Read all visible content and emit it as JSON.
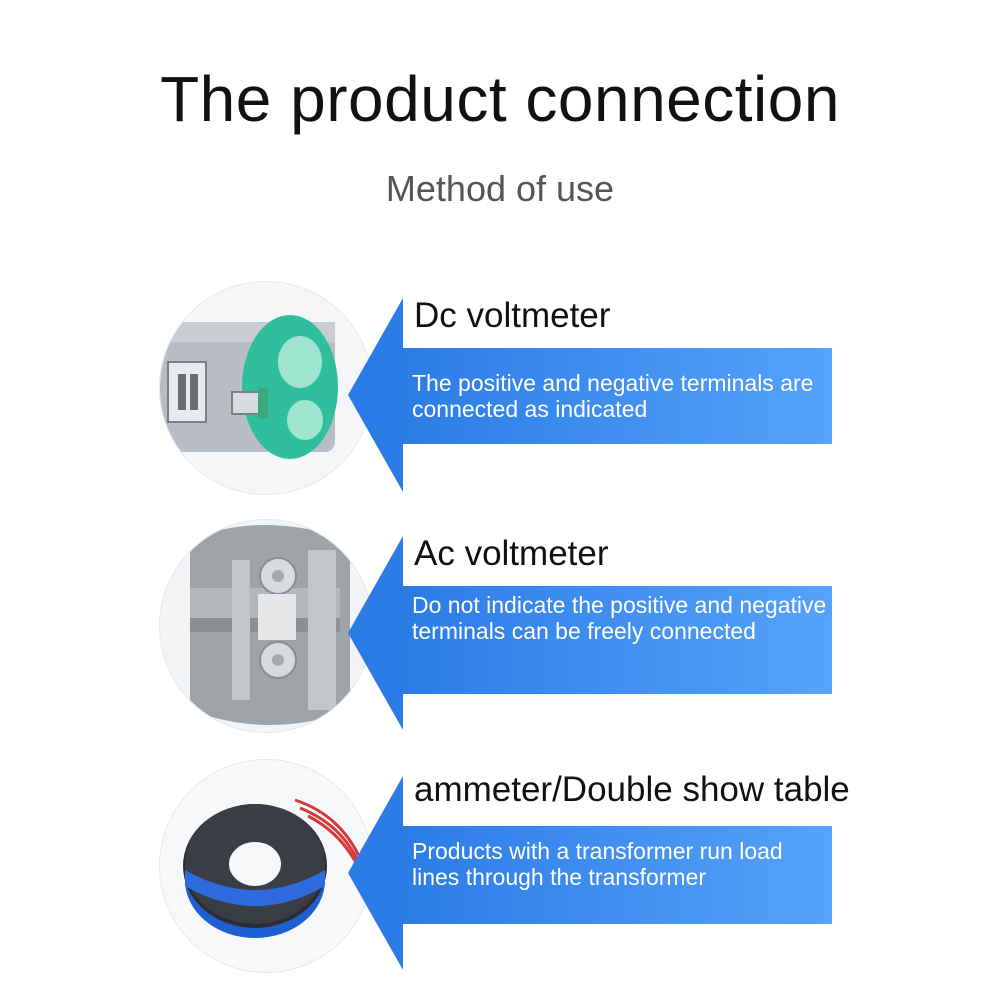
{
  "header": {
    "title": "The product connection",
    "subtitle": "Method of use"
  },
  "items": [
    {
      "label": "Dc voltmeter",
      "description": "The positive and negative terminals are connected as indicated",
      "image": "dc-terminal-photo"
    },
    {
      "label": "Ac voltmeter",
      "description": "Do not indicate the positive and negative terminals can be freely connected",
      "image": "ac-terminal-photo"
    },
    {
      "label": "ammeter/Double show table",
      "description": "Products with a transformer run load lines through the transformer",
      "image": "transformer-photo"
    }
  ],
  "colors": {
    "banner_start": "#2b7be6",
    "banner_end": "#56a3fb",
    "title": "#111111",
    "subtitle": "#555555"
  }
}
